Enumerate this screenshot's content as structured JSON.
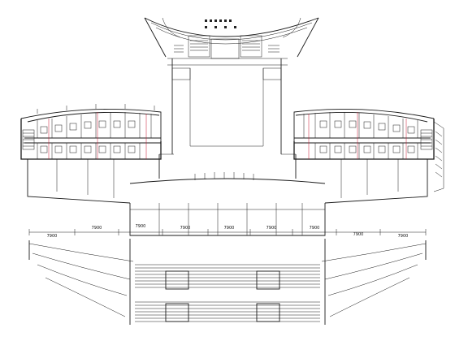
{
  "plan": {
    "dimensions": {
      "bay_1": "7900",
      "bay_2": "7900",
      "bay_3": "7900",
      "bay_4": "7900",
      "bay_5": "7900",
      "bay_6": "7900",
      "bay_7": "7900",
      "bay_8": "7900",
      "bay_9": "7900"
    }
  },
  "colors": {
    "line": "#1a1a1a",
    "accent": "#c8102e",
    "background": "#ffffff"
  }
}
